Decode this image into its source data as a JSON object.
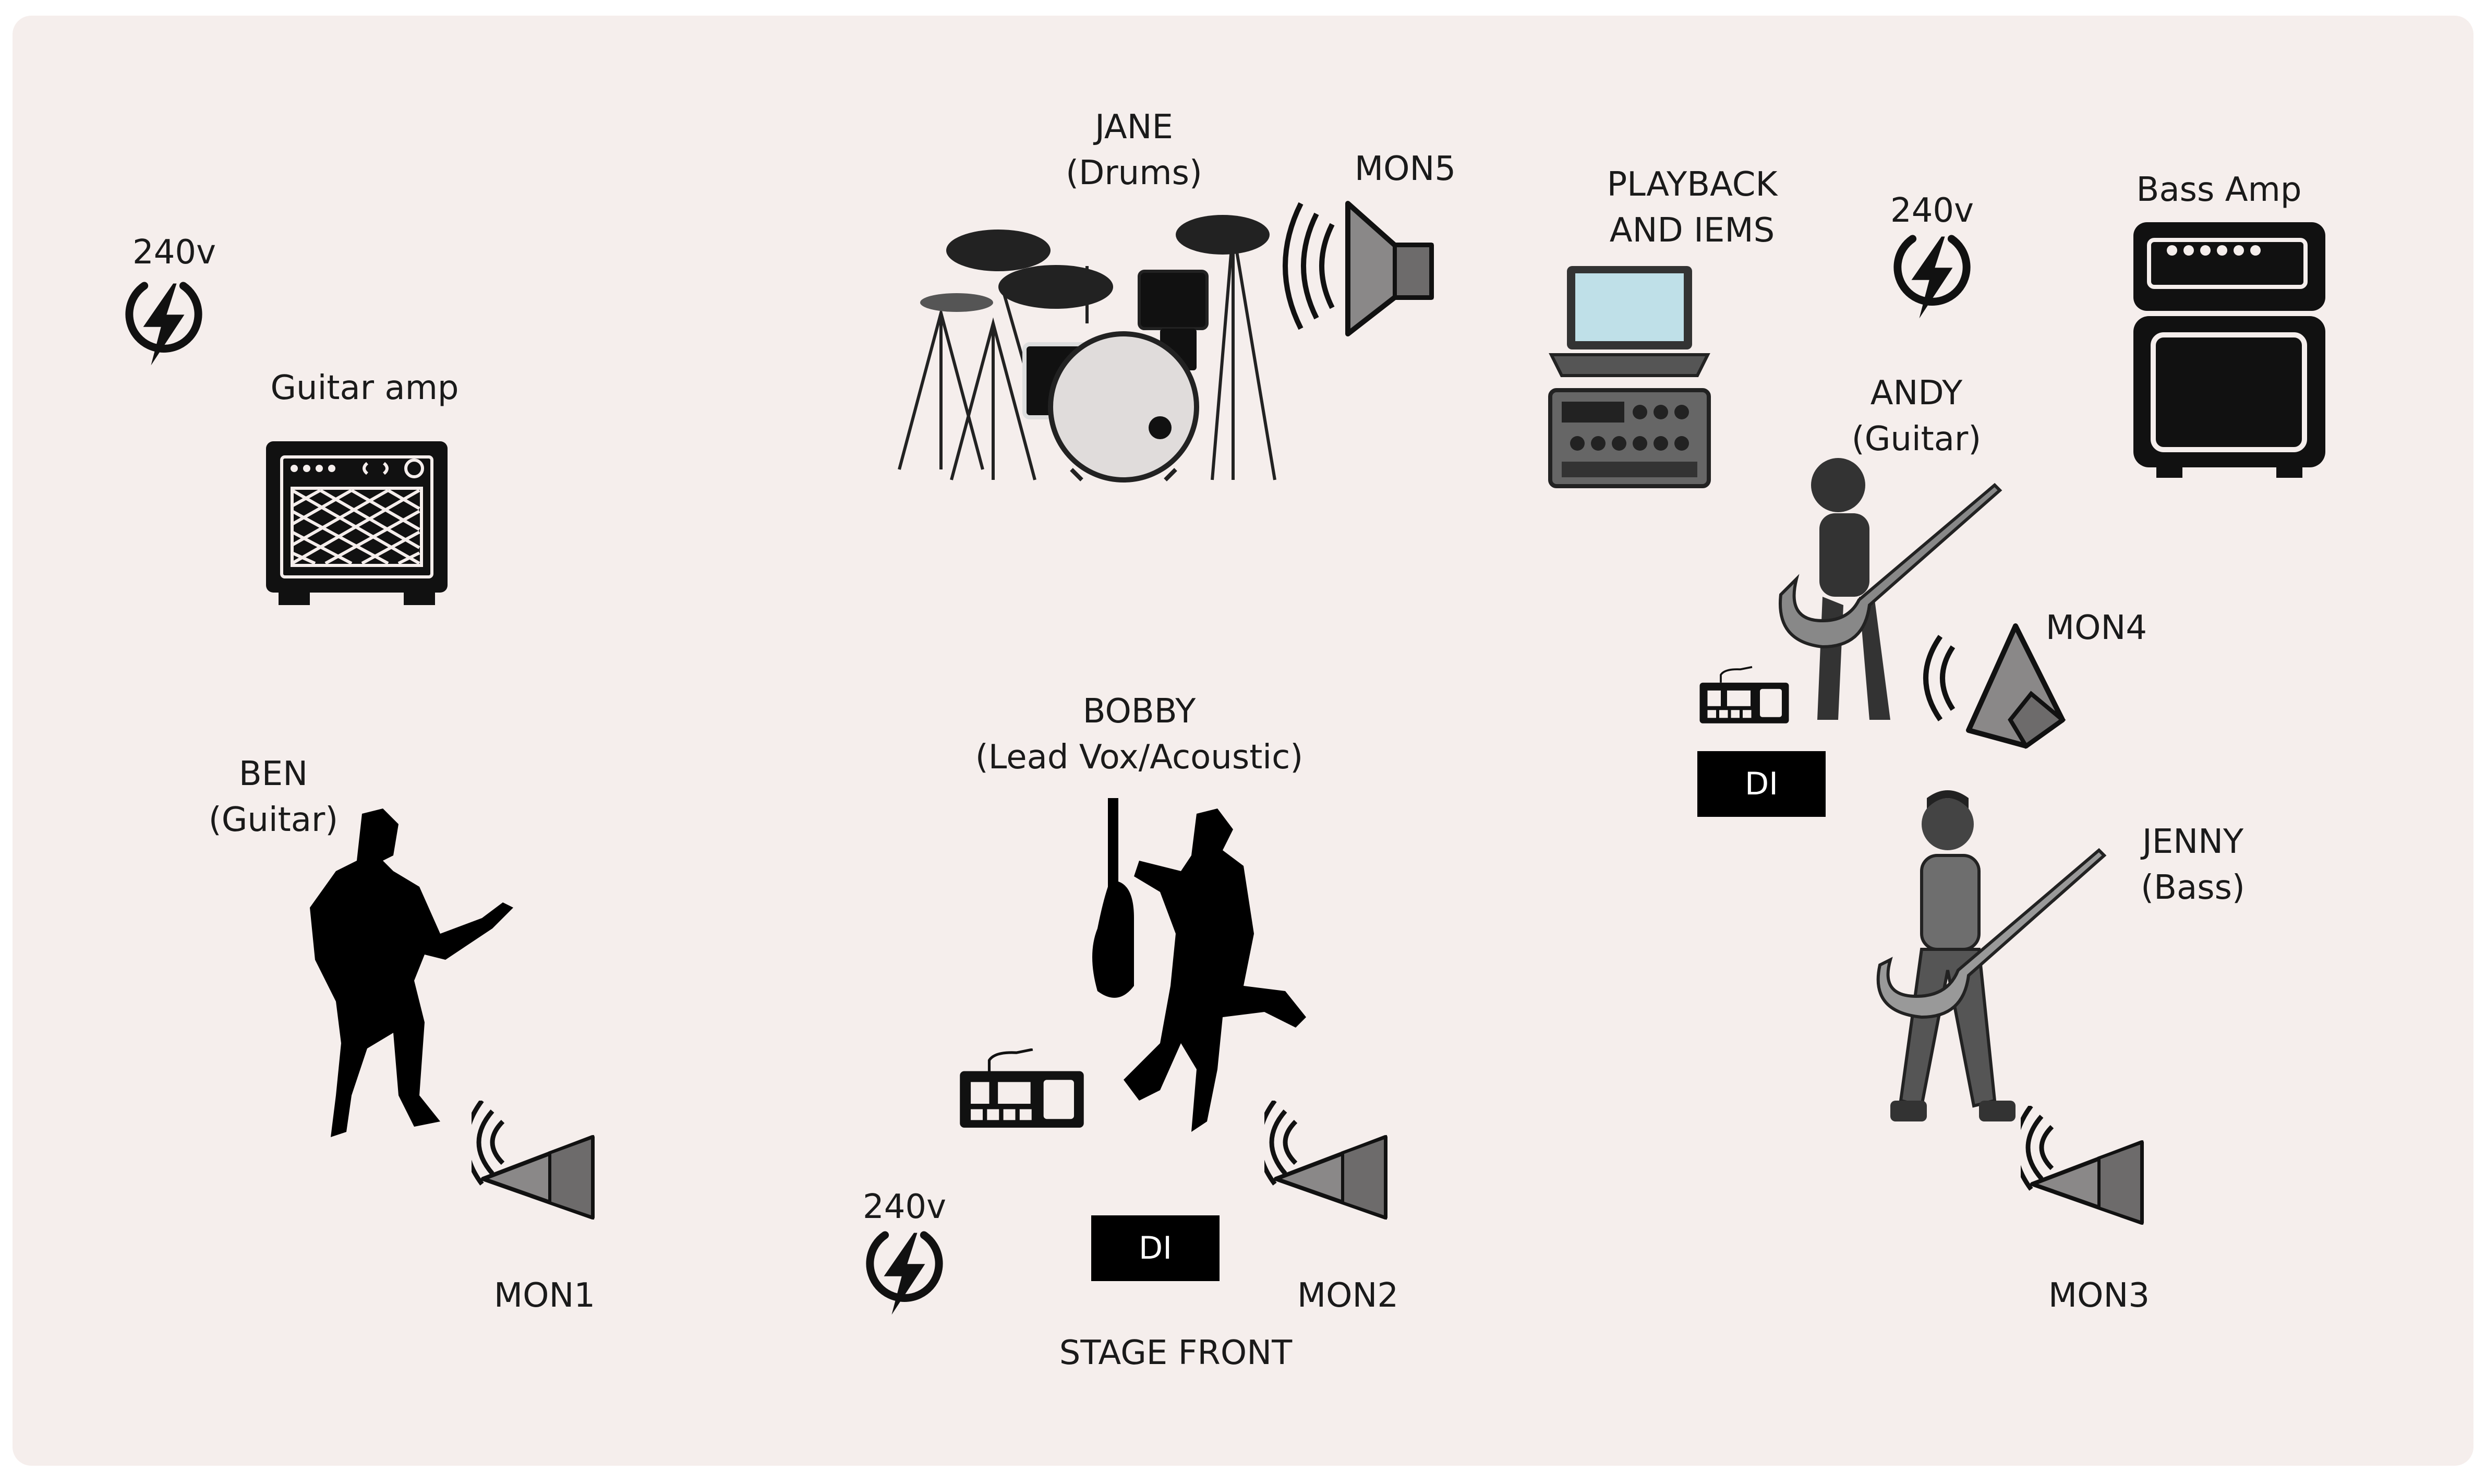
{
  "power": {
    "label": "240v",
    "icon": "power-bolt-icon"
  },
  "guitar_amp": {
    "label": "Guitar amp"
  },
  "bass_amp": {
    "label": "Bass Amp"
  },
  "drummer": {
    "name": "JANE",
    "role": "(Drums)"
  },
  "playback": {
    "line1": "PLAYBACK",
    "line2": "AND IEMS"
  },
  "andy": {
    "name": "ANDY",
    "role": "(Guitar)"
  },
  "ben": {
    "name": "BEN",
    "role": "(Guitar)"
  },
  "bobby": {
    "name": "BOBBY",
    "role": "(Lead Vox/Acoustic)"
  },
  "jenny": {
    "name": "JENNY",
    "role": "(Bass)"
  },
  "monitors": {
    "mon1": "MON1",
    "mon2": "MON2",
    "mon3": "MON3",
    "mon4": "MON4",
    "mon5": "MON5"
  },
  "di": {
    "label": "DI"
  },
  "stage_front": {
    "label": "STAGE FRONT"
  },
  "colors": {
    "background": "#f5eeec",
    "ink": "#1a1a1a",
    "wedge_fill": "#8a8888"
  }
}
